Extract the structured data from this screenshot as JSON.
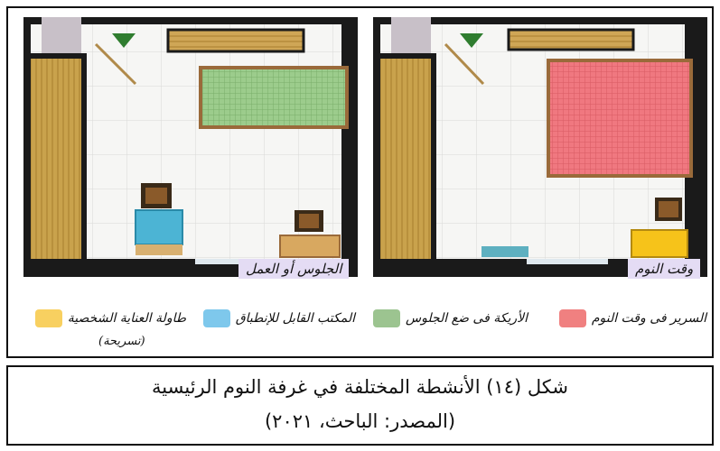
{
  "figure": {
    "plans": [
      {
        "label": "وقت النوم",
        "mode": "sleep"
      },
      {
        "label": "الجلوس أو العمل",
        "mode": "work"
      }
    ],
    "legend": [
      {
        "label": "السرير فى وقت النوم",
        "color": "#f08080"
      },
      {
        "label": "الأريكة فى ضع الجلوس",
        "color": "#9cc490"
      },
      {
        "label": "المكتب القابل للإنطباق",
        "color": "#7ec8ec"
      },
      {
        "label": "طاولة العناية الشخصية",
        "color": "#f8d060",
        "sublabel": "(تسريحة)"
      }
    ]
  },
  "caption": {
    "line1": "شكل (١٤) الأنشطة المختلفة في غرفة النوم الرئيسية",
    "line2": "(المصدر: الباحث، ٢٠٢١)"
  }
}
